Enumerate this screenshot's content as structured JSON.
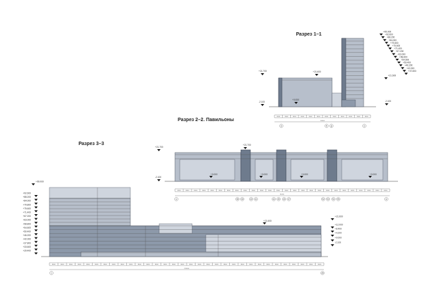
{
  "sections": {
    "s11": {
      "title": "Разрез 1–1",
      "levels_left": [
        "+21.700",
        "-2.100"
      ],
      "levels_mid": [
        "+21.600",
        "+0.000"
      ],
      "levels_right": [
        "+95.000",
        "+92.600",
        "+88.200",
        "+84.000",
        "+79.800",
        "+75.600",
        "+71.400",
        "+67.200",
        "+63.000",
        "+58.800",
        "+54.600",
        "+50.400",
        "+46.200",
        "+42.000",
        "+37.800",
        "+21.600",
        "-2.100"
      ],
      "axes": [
        "Н",
        "Б",
        "Д",
        "А"
      ],
      "total_dim": "50500"
    },
    "s22": {
      "title": "Разрез 2–2. Павильоны",
      "levels_left": [
        "+21.700",
        "-2.100"
      ],
      "level_top": "+21.700",
      "levels_inner": [
        "+0.000",
        "+0.000",
        "+0.000",
        "+0.000"
      ],
      "axes": [
        "А",
        "38",
        "39",
        "40",
        "41",
        "44",
        "45",
        "46",
        "47",
        "52",
        "53",
        "54",
        "55",
        "Н"
      ],
      "total_dim": "94450"
    },
    "s33": {
      "title": "Разрез 3–3",
      "levels_left": [
        "+99.000",
        "+92.600",
        "+88.200",
        "+84.000",
        "+79.800",
        "+75.600",
        "+71.400",
        "+67.200",
        "+63.000",
        "+58.800",
        "+54.600",
        "+50.400",
        "+46.200",
        "+42.000",
        "+37.800",
        "+33.600",
        "+29.400",
        "+25.200",
        "+21.000",
        "+16.800",
        "+12.600",
        "+8.400",
        "+4.200",
        "+0.000",
        "-2.100"
      ],
      "levels_right": [
        "+21.600",
        "+12.000",
        "+8.400",
        "+4.200",
        "+0.000",
        "-2.100"
      ],
      "level_mid": "+21.600",
      "axes": [
        "1",
        "28"
      ],
      "total_dim": "226000"
    },
    "spacing_label": "8000"
  }
}
